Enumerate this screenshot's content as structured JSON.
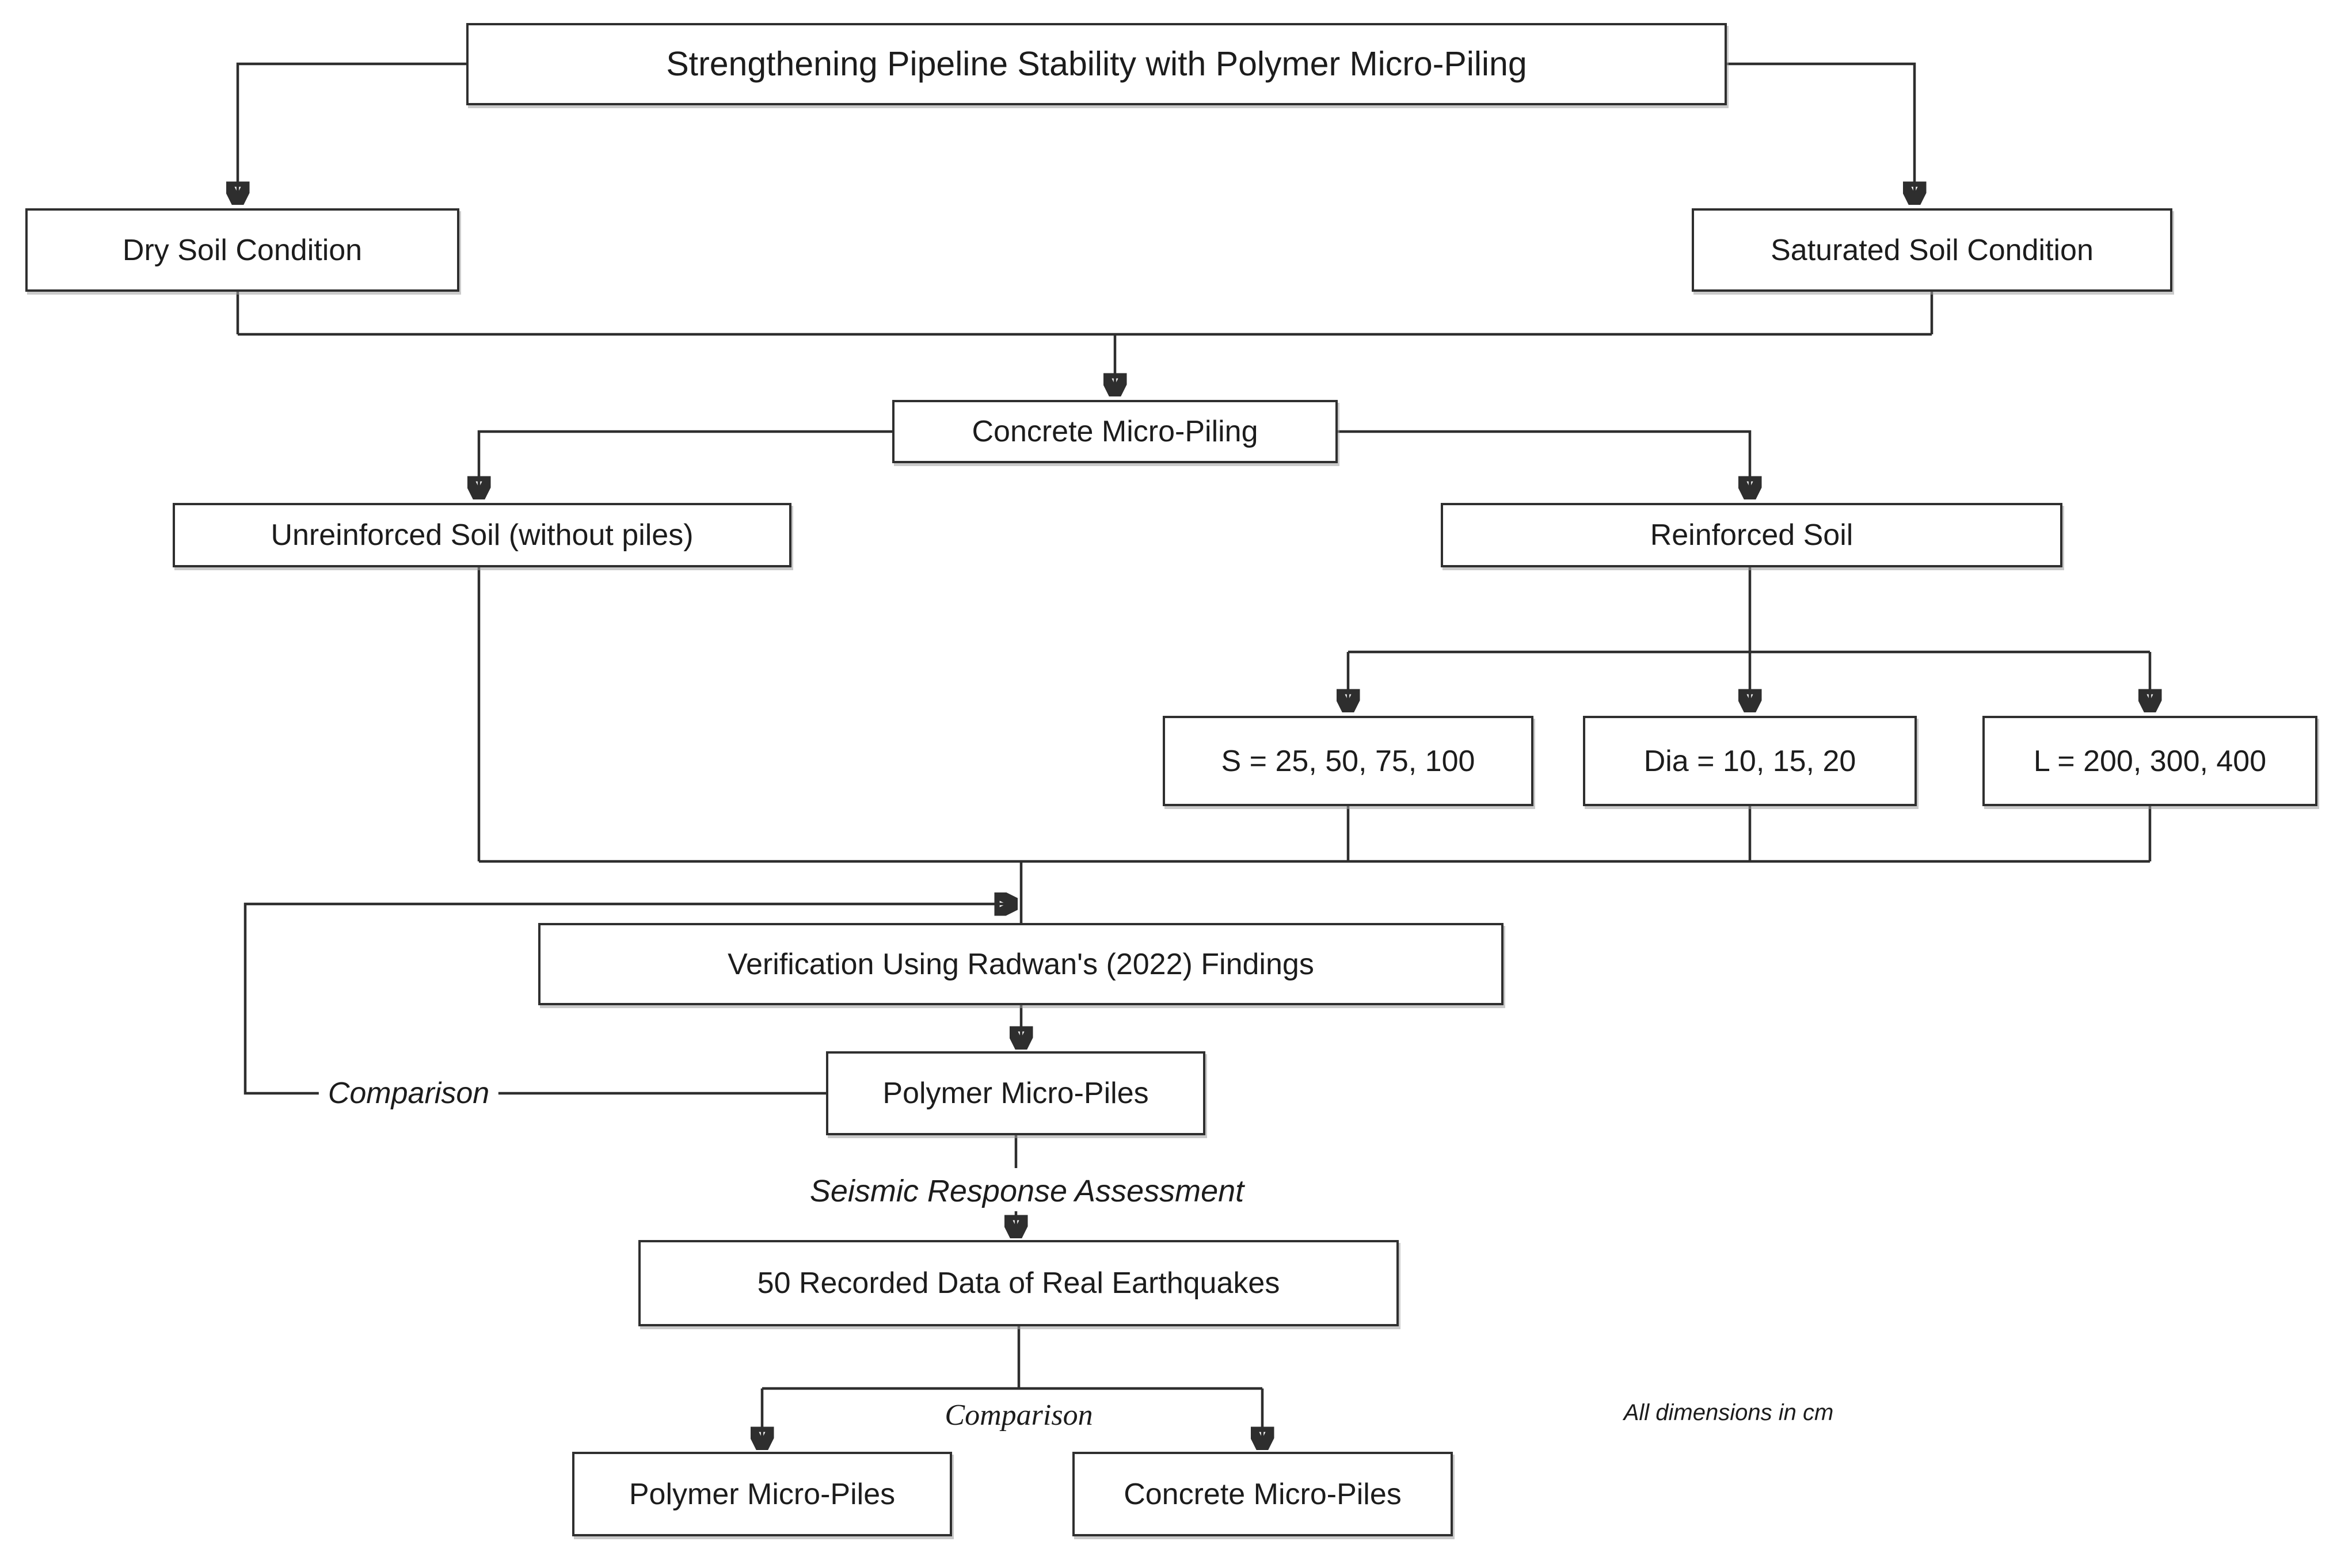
{
  "diagram": {
    "nodes": {
      "title": "Strengthening Pipeline Stability with Polymer Micro-Piling",
      "dry_soil": "Dry Soil Condition",
      "saturated_soil": "Saturated Soil Condition",
      "concrete_micro_piling": "Concrete Micro-Piling",
      "unreinforced_soil": "Unreinforced Soil (without piles)",
      "reinforced_soil": "Reinforced Soil",
      "spacing_values": "S = 25, 50, 75, 100",
      "diameter_values": "Dia = 10, 15, 20",
      "length_values": "L = 200, 300, 400",
      "verification": "Verification Using Radwan's (2022) Findings",
      "polymer_micro_piles": "Polymer Micro-Piles",
      "earthquake_data": "50 Recorded Data of Real Earthquakes",
      "polymer_micro_piles_bottom": "Polymer Micro-Piles",
      "concrete_micro_piles_bottom": "Concrete Micro-Piles"
    },
    "labels": {
      "comparison_loop": "Comparison",
      "seismic_assessment": "Seismic Response Assessment",
      "comparison_bottom": "Comparison",
      "dimensions_note": "All dimensions in cm"
    },
    "colors": {
      "line": "#2e2e2e",
      "box_border": "#2f2f2f",
      "box_background": "#ffffff",
      "text": "#1c1c1c"
    }
  }
}
